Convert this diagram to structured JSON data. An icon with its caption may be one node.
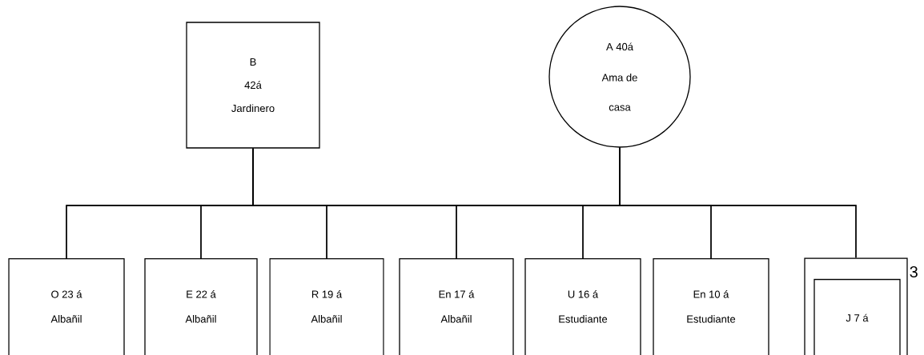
{
  "diagram": {
    "nodes": [
      {
        "text": [
          "B",
          "42á",
          "Jardinero"
        ]
      },
      {
        "text": [
          "A 40á",
          "Ama de",
          "casa"
        ]
      },
      {
        "text": [
          "O 23 á",
          "Albañil"
        ]
      },
      {
        "text": [
          "E 22 á",
          "Albañil"
        ]
      },
      {
        "text": [
          "R 19 á",
          "Albañil"
        ]
      },
      {
        "text": [
          "En 17 á",
          "Albañil"
        ]
      },
      {
        "text": [
          "U 16 á",
          "Estudiante"
        ]
      },
      {
        "text": [
          "En 10 á",
          "Estudiante"
        ]
      },
      {
        "text": [],
        "shape": "box"
      },
      {
        "text": [
          "J 7 á"
        ],
        "in": 8
      }
    ],
    "edges": [
      {
        "from": 0,
        "to": 2,
        "arrow": "none"
      },
      {
        "from": 0,
        "to": 3,
        "arrow": "none"
      },
      {
        "from": 0,
        "to": 4,
        "arrow": "none"
      },
      {
        "from": 0,
        "to": 5,
        "arrow": "none"
      },
      {
        "from": 0,
        "to": 6,
        "arrow": "none"
      },
      {
        "from": 0,
        "to": 7,
        "arrow": "none"
      },
      {
        "from": 0,
        "to": 8,
        "arrow": "none"
      },
      {
        "from": 1,
        "to": 2,
        "arrow": "none"
      },
      {
        "from": 1,
        "to": 3,
        "arrow": "none"
      },
      {
        "from": 1,
        "to": 4,
        "arrow": "none"
      },
      {
        "from": 1,
        "to": 5,
        "arrow": "none"
      },
      {
        "from": 1,
        "to": 6,
        "arrow": "none"
      },
      {
        "from": 1,
        "to": 7,
        "arrow": "none"
      },
      {
        "from": 1,
        "to": 8,
        "arrow": "none"
      }
    ],
    "labels": [
      "3"
    ]
  }
}
